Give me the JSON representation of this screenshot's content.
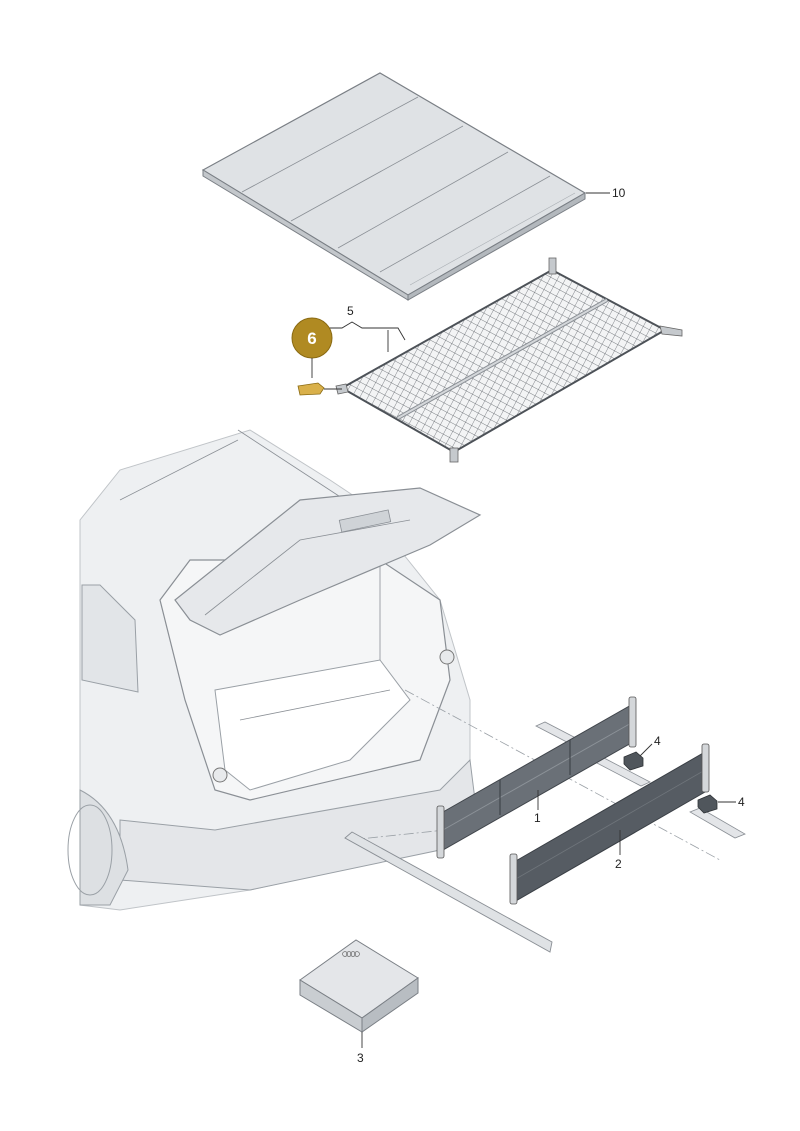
{
  "callouts": {
    "c1": "1",
    "c2": "2",
    "c3": "3",
    "c4a": "4",
    "c4b": "4",
    "c5": "5",
    "c6": "6",
    "c10": "10"
  },
  "colors": {
    "highlight": "#b08a22",
    "part_fill": "#d9dcdf",
    "part_dark": "#5b6168",
    "car_fill": "#eef0f2",
    "line": "#333333"
  },
  "icons": {
    "badge": "highlight-circle-badge",
    "clip": "clip-part-icon"
  }
}
